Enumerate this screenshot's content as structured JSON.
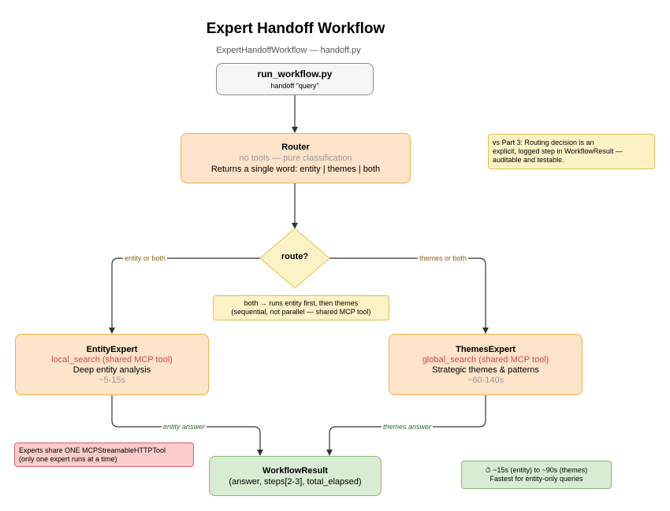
{
  "title": "Expert Handoff Workflow",
  "subtitle": "ExpertHandoffWorkflow — handoff.py",
  "nodes": {
    "start": {
      "title": "run_workflow.py",
      "sub": "handoff \"query\""
    },
    "router": {
      "title": "Router",
      "sub": "no tools — pure classification",
      "desc": "Returns a single word: entity | themes | both"
    },
    "decision": {
      "label": "route?"
    },
    "entity": {
      "title": "EntityExpert",
      "tool": "local_search (shared MCP tool)",
      "desc": "Deep entity analysis",
      "time": "~5-15s"
    },
    "themes": {
      "title": "ThemesExpert",
      "tool": "global_search (shared MCP tool)",
      "desc": "Strategic themes & patterns",
      "time": "~60-140s"
    },
    "result": {
      "title": "WorkflowResult",
      "sub": "(answer, steps[2-3], total_elapsed)"
    }
  },
  "edges": {
    "entity_or_both": "entity or both",
    "themes_or_both": "themes or both",
    "entity_answer": "entity answer",
    "themes_answer": "themes answer"
  },
  "notes": {
    "both": [
      "both → runs entity first, then themes",
      "(sequential, not parallel — shared MCP tool)"
    ],
    "part3": [
      "vs Part 3: Routing decision is an",
      "explicit, logged step in WorkflowResult —",
      "auditable and testable."
    ],
    "shared": [
      "Experts share ONE MCPStreamableHTTPTool",
      "(only one expert runs at a time)"
    ],
    "timing": [
      "⏱ ~15s (entity) to ~90s (themes)",
      "Fastest for entity-only queries"
    ]
  },
  "colors": {
    "start_fill": "#f5f5f5",
    "process_fill": "#fde3c9",
    "result_fill": "#d8ecd3",
    "warning_fill": "#f9cccb",
    "note_fill": "#fdf1c6",
    "edge": "#333333"
  }
}
